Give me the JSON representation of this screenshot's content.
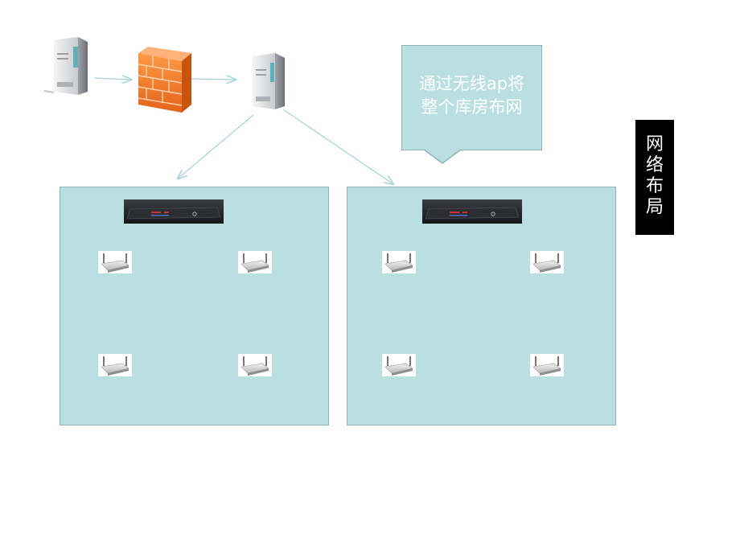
{
  "callout": {
    "text": "通过无线ap将\n整个库房布网"
  },
  "side_title": {
    "text": "网络布局"
  },
  "icons": {
    "server": "server-tower-icon",
    "firewall": "firewall-brick-wall-icon",
    "switch": "rack-switch-icon",
    "access_point": "wireless-access-point-icon"
  },
  "colors": {
    "zone_fill": "#b9dfe3",
    "zone_border": "#8fb3bb",
    "arrow": "#a8d4da",
    "firewall": "#f07a2a",
    "side_title_bg": "#000000",
    "callout_text": "#ffffff"
  },
  "zones": [
    {
      "access_points": 4
    },
    {
      "access_points": 4
    }
  ]
}
